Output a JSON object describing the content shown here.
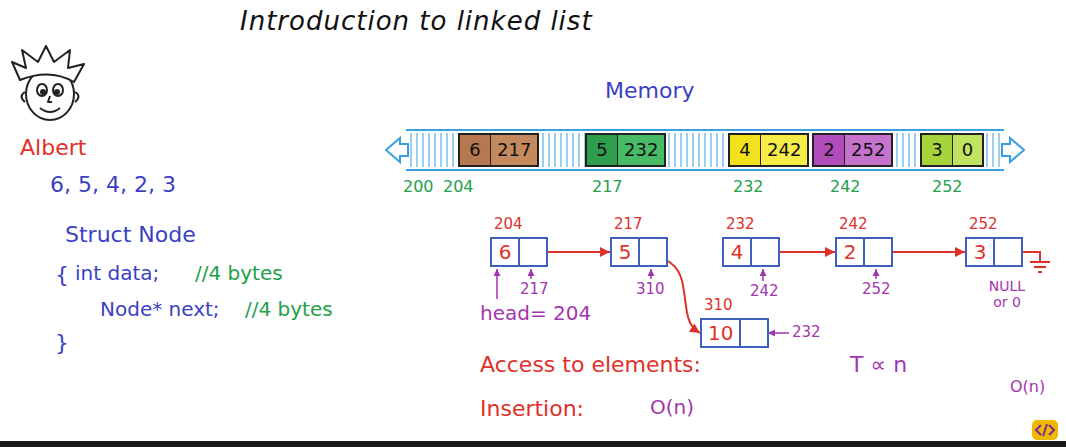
{
  "diagram": {
    "title": "Introduction to linked list",
    "nodes": [
      {
        "text": [
          "Memory"
        ]
      },
      {
        "text": [
          "6",
          "217"
        ],
        "in": 0
      },
      {
        "text": [
          "5",
          "232"
        ],
        "in": 0
      },
      {
        "text": [
          "4",
          "242"
        ],
        "in": 0
      },
      {
        "text": [
          "2",
          "252"
        ],
        "in": 0
      },
      {
        "text": [
          "3",
          "0"
        ],
        "in": 0
      },
      {
        "text": [
          "204",
          "6"
        ]
      },
      {
        "text": [
          "217",
          "5"
        ]
      },
      {
        "text": [
          "232",
          "4"
        ]
      },
      {
        "text": [
          "242",
          "2"
        ]
      },
      {
        "text": [
          "252",
          "3"
        ]
      },
      {
        "text": [
          "310",
          "10"
        ]
      }
    ],
    "edges": [
      {
        "from": 6,
        "to": 7,
        "arrow": "to"
      },
      {
        "from": 7,
        "to": 11,
        "arrow": "to"
      },
      {
        "from": 8,
        "to": 9,
        "arrow": "to"
      },
      {
        "from": 9,
        "to": 10,
        "arrow": "to"
      }
    ],
    "labels": [
      "Albert",
      "6, 5, 4, 2, 3",
      "Struct Node",
      "{",
      "int data;",
      "//4 bytes",
      "Node* next;",
      "//4 bytes",
      "}",
      "200",
      "204",
      "217",
      "232",
      "242",
      "252",
      "217",
      "310",
      "242",
      "252",
      "NULL or 0",
      "232",
      "head= 204",
      "Access to elements:",
      "T ∝ n",
      "O(n)",
      "Insertion:",
      "O(n)"
    ]
  }
}
